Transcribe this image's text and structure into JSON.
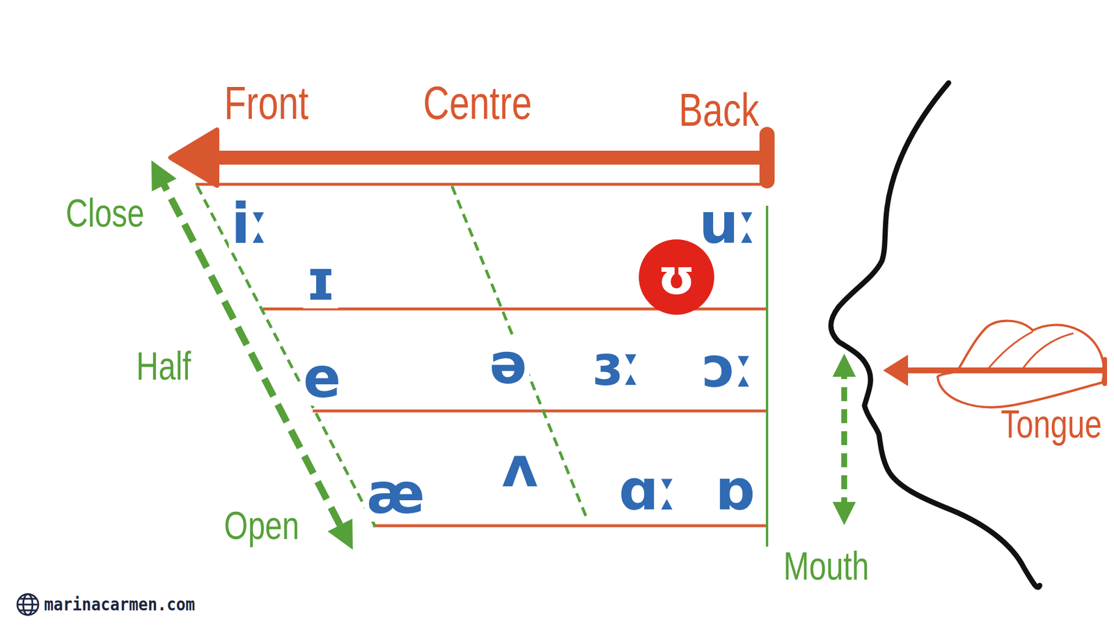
{
  "diagram": {
    "nodes": [
      {
        "text": [
          "ʊ"
        ]
      }
    ],
    "labels": [
      "Front",
      "Centre",
      "Back",
      "Close",
      "Half",
      "Open",
      "iː",
      "ɪ",
      "uː",
      "e",
      "ə",
      "ɜː",
      "ɔː",
      "ʌ",
      "æ",
      "ɑː",
      "ɒ",
      "Mouth",
      "Tongue",
      "marinacarmen.com"
    ]
  }
}
